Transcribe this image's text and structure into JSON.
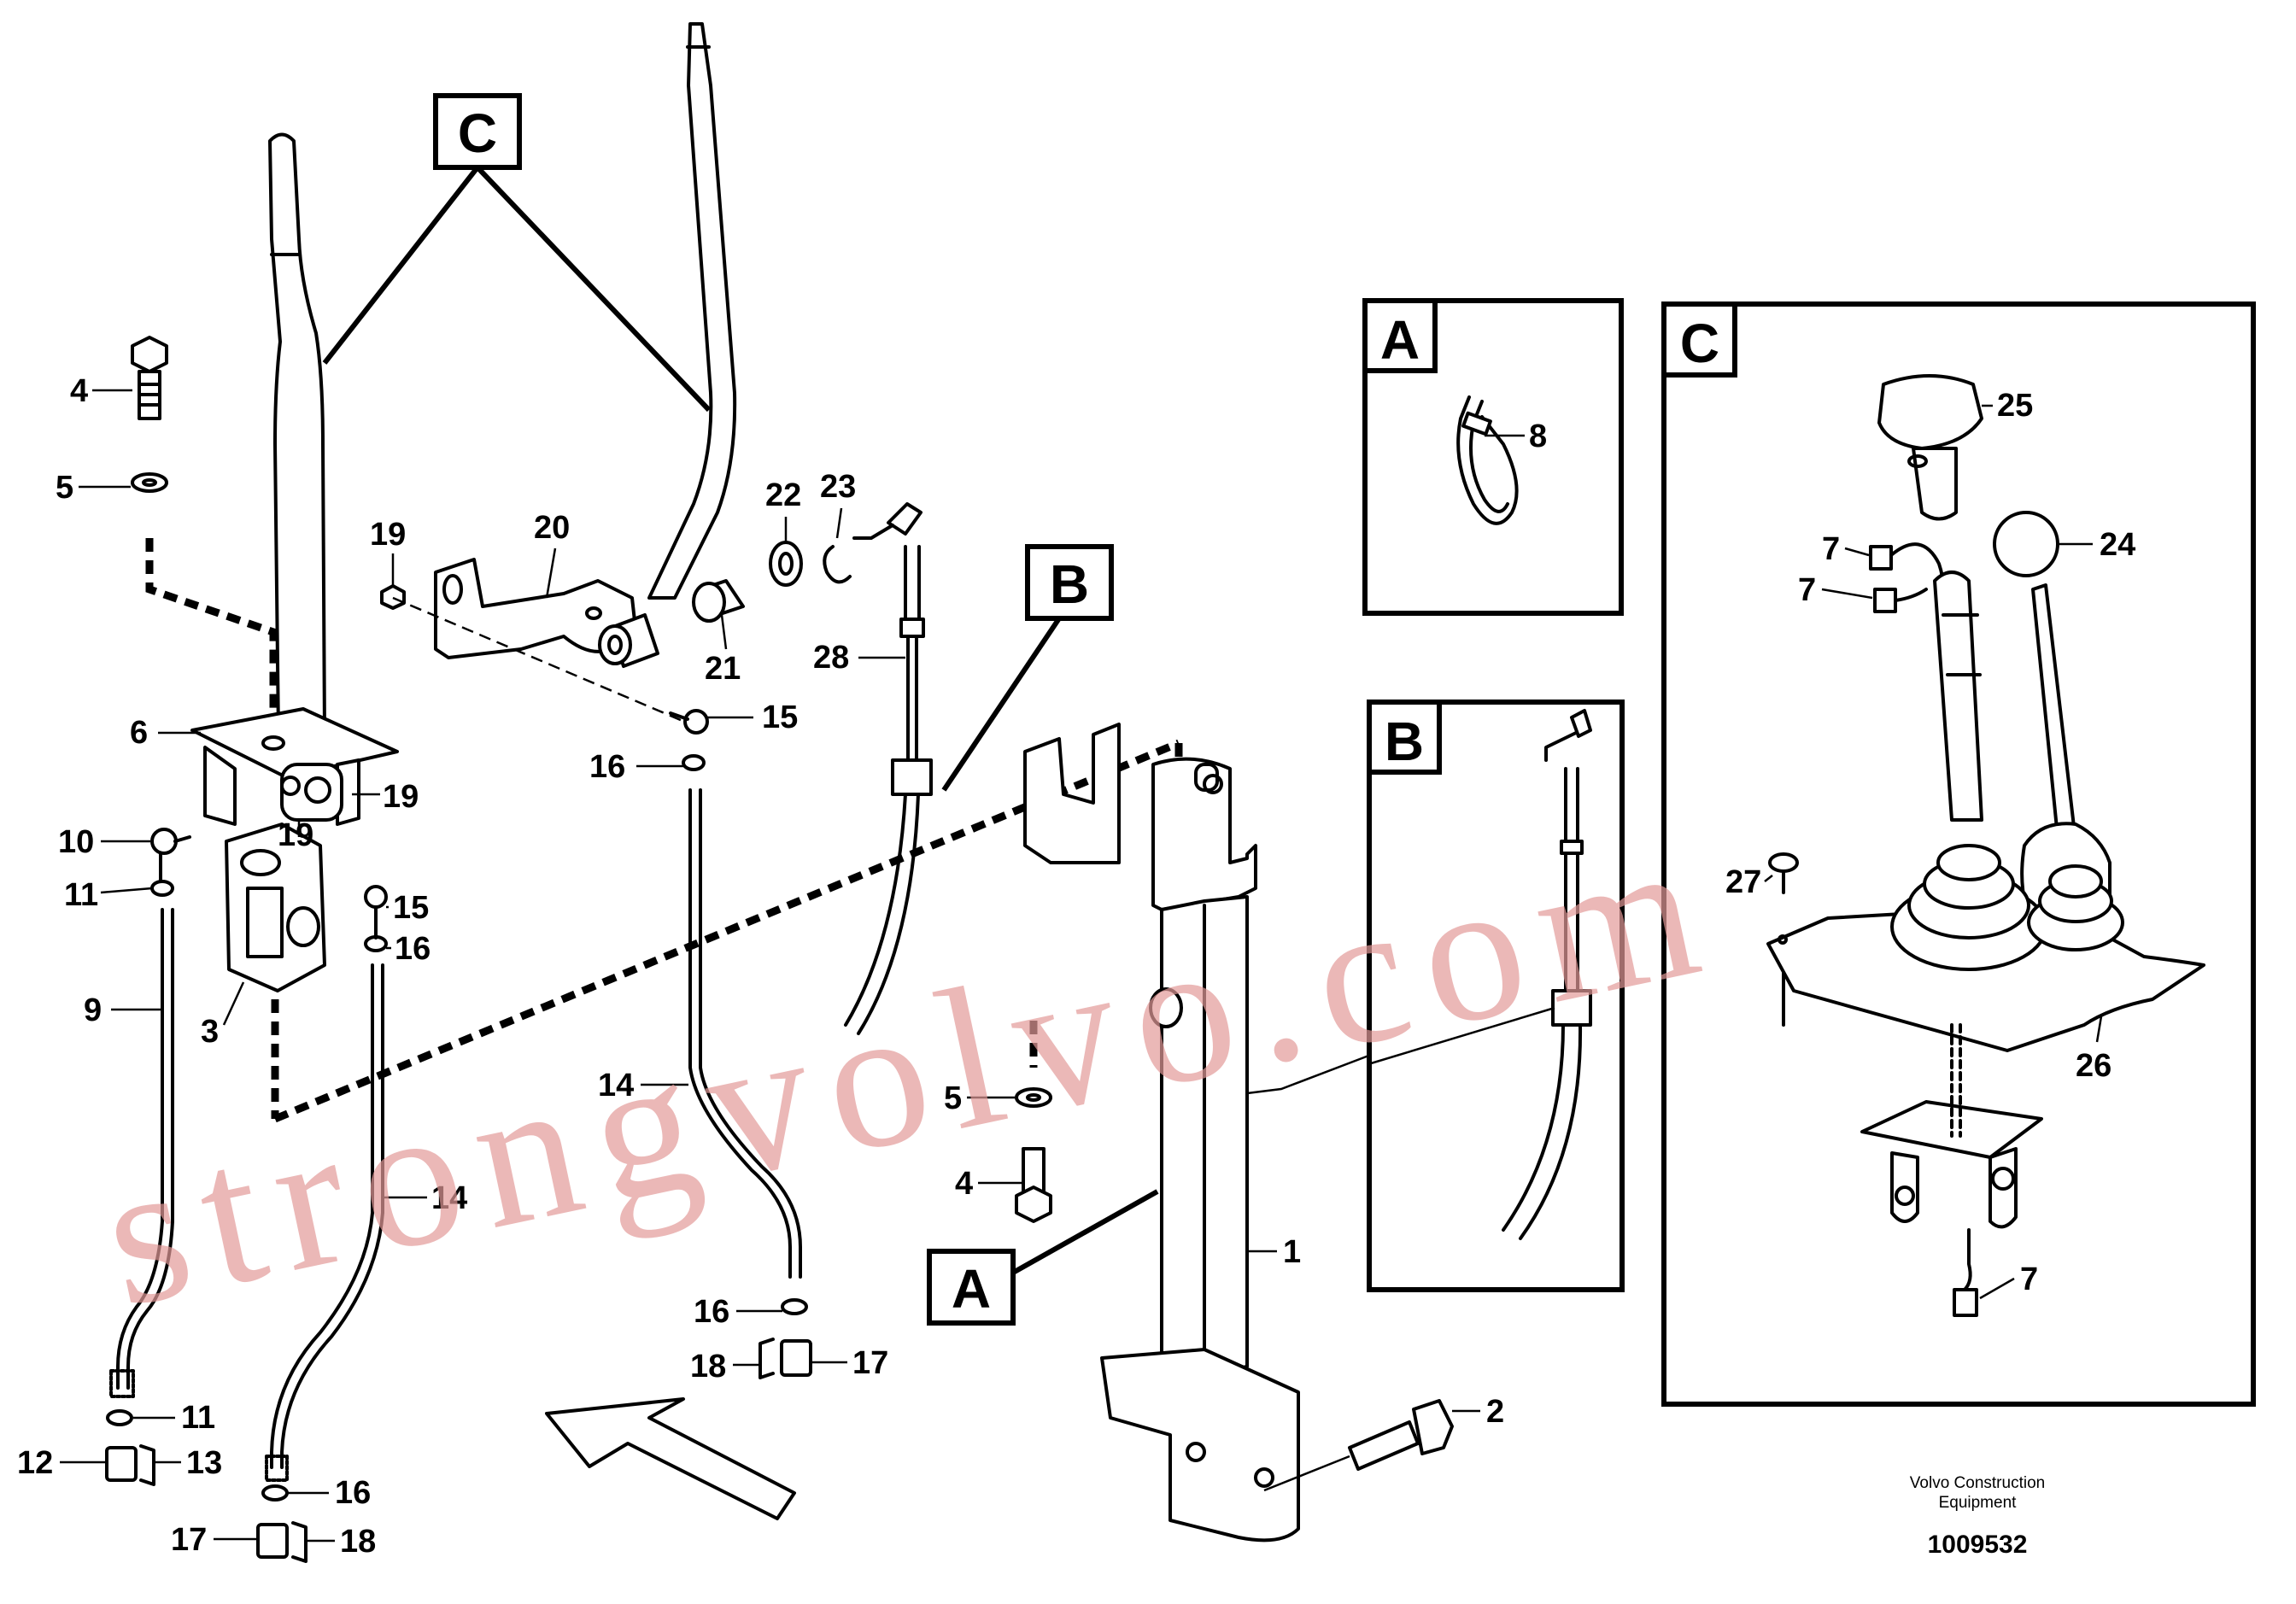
{
  "diagram": {
    "view_labels": [
      "C",
      "B",
      "A"
    ],
    "detail_boxes": [
      {
        "letter": "A",
        "parts": [
          "8"
        ]
      },
      {
        "letter": "B",
        "parts": []
      },
      {
        "letter": "C",
        "parts": [
          "25",
          "24",
          "7",
          "7",
          "27",
          "26",
          "7"
        ]
      }
    ],
    "callouts": {
      "c4": "4",
      "c5": "5",
      "c6": "6",
      "c10": "10",
      "c11a": "11",
      "c9": "9",
      "c3": "3",
      "c19a": "19",
      "c20": "20",
      "c19b": "19",
      "c19c": "19",
      "c15a": "15",
      "c15b": "15",
      "c16a": "16",
      "c16b": "16",
      "c21": "21",
      "c22": "22",
      "c23": "23",
      "c28": "28",
      "c14a": "14",
      "c14b": "14",
      "c11b": "11",
      "c12": "12",
      "c13": "13",
      "c16c": "16",
      "c17a": "17",
      "c18a": "18",
      "c16d": "16",
      "c18b": "18",
      "c17b": "17",
      "c5b": "5",
      "c4b": "4",
      "c1": "1",
      "c2": "2",
      "c8": "8",
      "c25": "25",
      "c24": "24",
      "c7a": "7",
      "c7b": "7",
      "c27": "27",
      "c26": "26",
      "c7c": "7"
    },
    "footer": {
      "maker_line1": "Volvo Construction",
      "maker_line2": "Equipment",
      "part_number": "1009532"
    },
    "watermark": "strongvolvo.com"
  }
}
